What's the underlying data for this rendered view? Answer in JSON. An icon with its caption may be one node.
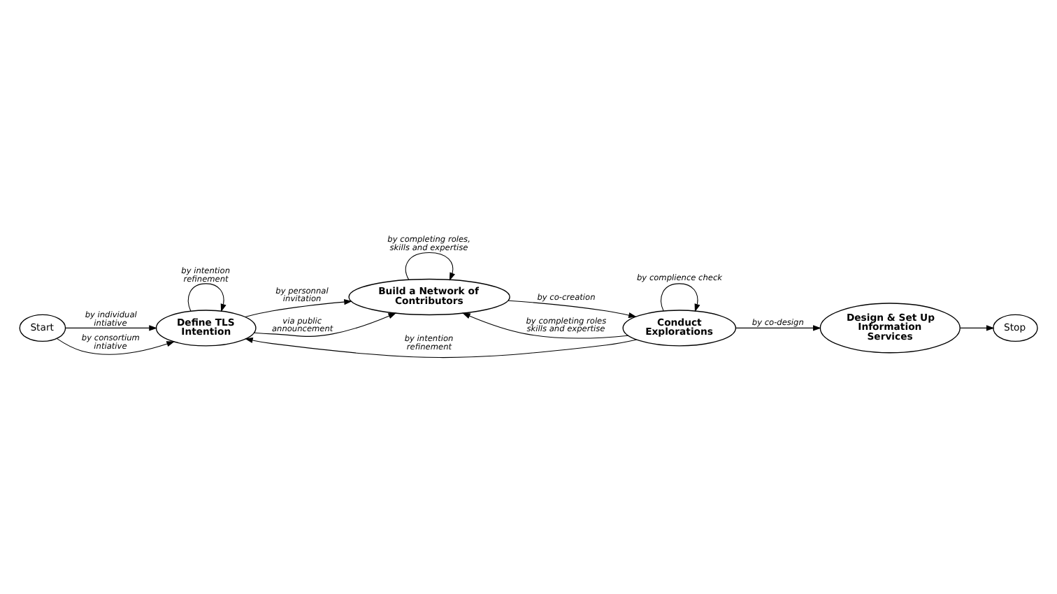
{
  "diagram": {
    "nodes": [
      {
        "text": [
          "Start"
        ]
      },
      {
        "text": [
          "Define TLS Intention"
        ]
      },
      {
        "text": [
          "Build a Network of Contributors"
        ]
      },
      {
        "text": [
          "Conduct Explorations"
        ]
      },
      {
        "text": [
          "Design & Set Up Information Services"
        ]
      },
      {
        "text": [
          "Stop"
        ]
      }
    ],
    "edges": [
      {
        "from": 0,
        "to": 1,
        "arrow": "to",
        "label": "by individual intiative"
      },
      {
        "from": 0,
        "to": 1,
        "arrow": "to",
        "label": "by consortium intiative"
      },
      {
        "from": 1,
        "to": 1,
        "arrow": "to",
        "label": "by intention refinement"
      },
      {
        "from": 1,
        "to": 2,
        "arrow": "to",
        "label": "by personnal invitation"
      },
      {
        "from": 1,
        "to": 2,
        "arrow": "to",
        "label": "via public announcement"
      },
      {
        "from": 2,
        "to": 2,
        "arrow": "to",
        "label": "by completing roles, skills and expertise"
      },
      {
        "from": 2,
        "to": 3,
        "arrow": "to",
        "label": "by co-creation"
      },
      {
        "from": 3,
        "to": 2,
        "arrow": "to",
        "label": "by completing roles skills and expertise"
      },
      {
        "from": 3,
        "to": 1,
        "arrow": "to",
        "label": "by intention refinement"
      },
      {
        "from": 3,
        "to": 3,
        "arrow": "to",
        "label": "by complience check"
      },
      {
        "from": 3,
        "to": 4,
        "arrow": "to",
        "label": "by co-design"
      },
      {
        "from": 4,
        "to": 5,
        "arrow": "to"
      }
    ]
  }
}
